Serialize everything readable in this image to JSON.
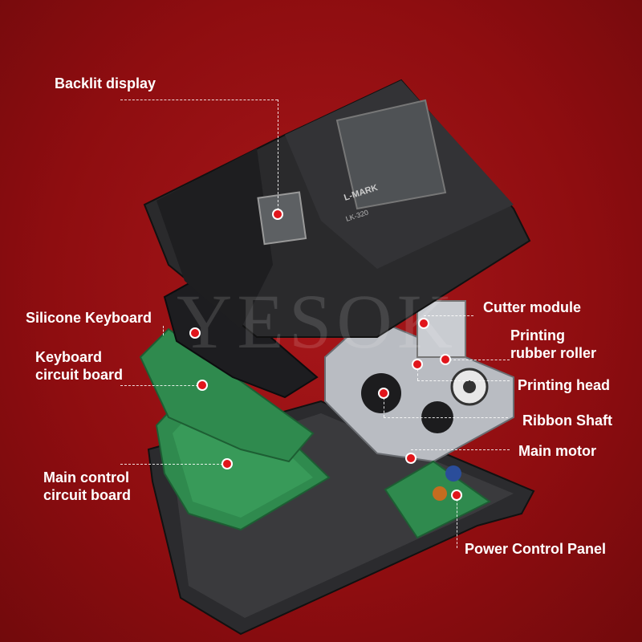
{
  "watermark": "YESOK",
  "labels": {
    "backlit_display": "Backlit display",
    "silicone_keyboard": "Silicone Keyboard",
    "keyboard_board_1": "Keyboard",
    "keyboard_board_2": "circuit board",
    "main_board_1": "Main control",
    "main_board_2": "circuit board",
    "cutter_module": "Cutter module",
    "roller_1": "Printing",
    "roller_2": "rubber roller",
    "printing_head": "Printing head",
    "ribbon_shaft": "Ribbon Shaft",
    "main_motor": "Main motor",
    "power_panel": "Power Control Panel"
  },
  "device": {
    "brand": "L-MARK",
    "model": "LK-320"
  },
  "colors": {
    "background": "#9a0f12",
    "marker": "#e1151b",
    "pcb": "#2f8a4e",
    "casing": "#2a2a2c"
  }
}
